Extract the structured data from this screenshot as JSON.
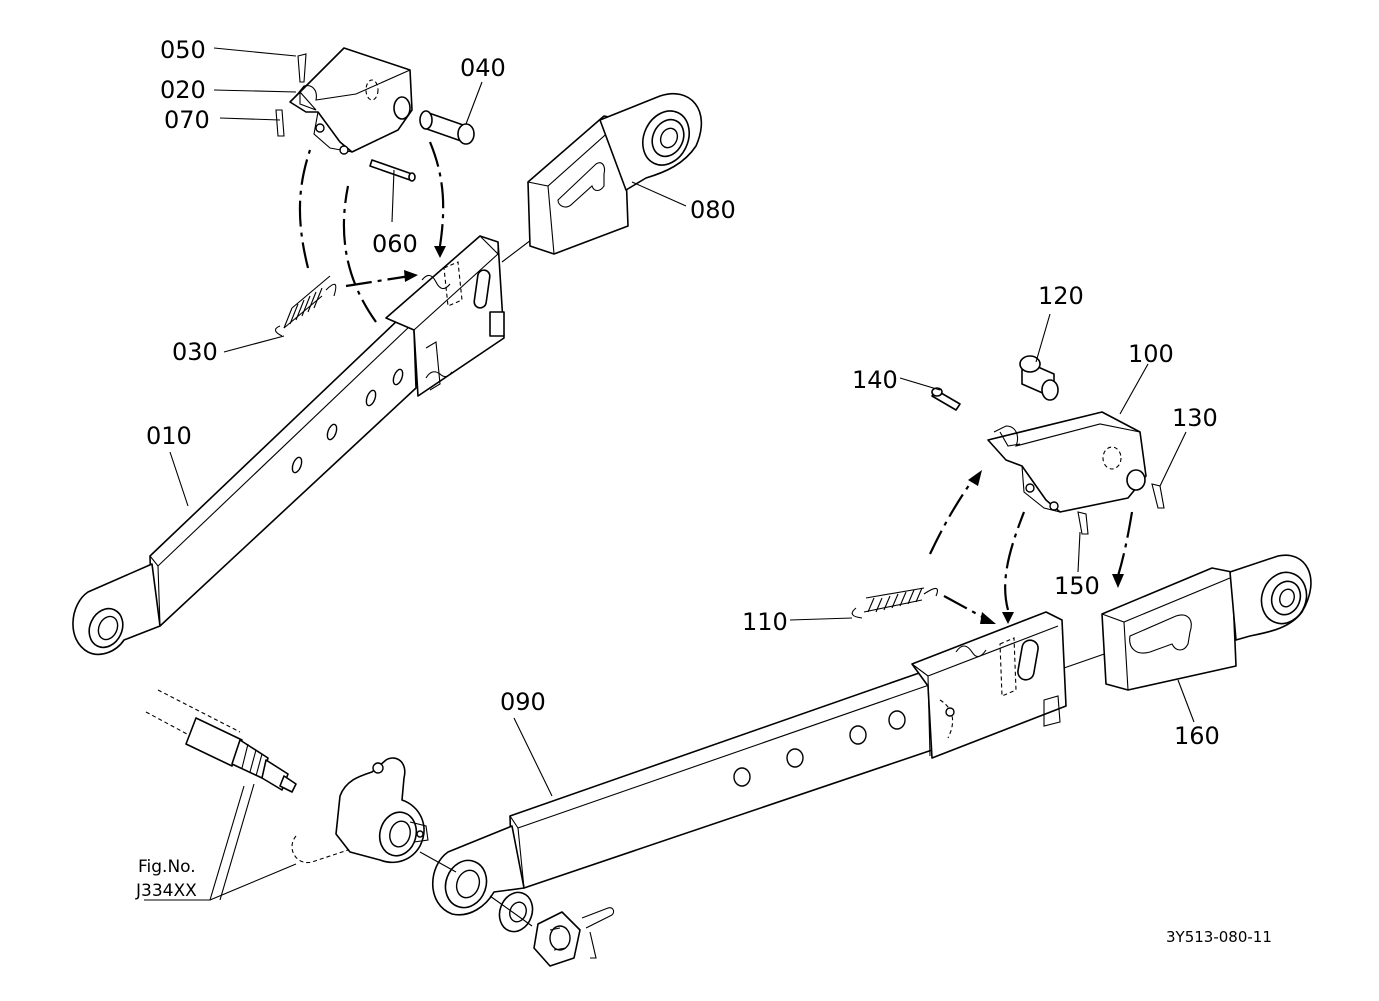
{
  "labels": {
    "p010": "010",
    "p020": "020",
    "p030": "030",
    "p040": "040",
    "p050": "050",
    "p060": "060",
    "p070": "070",
    "p080": "080",
    "p090": "090",
    "p100": "100",
    "p110": "110",
    "p120": "120",
    "p130": "130",
    "p140": "140",
    "p150": "150",
    "p160": "160"
  },
  "reference": {
    "line1": "Fig.No.",
    "line2": "J334XX"
  },
  "drawing_code": "3Y513-080-11"
}
